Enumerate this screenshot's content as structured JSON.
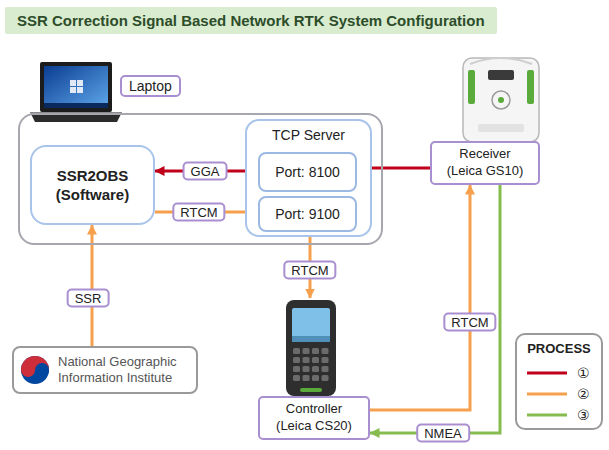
{
  "diagram": {
    "title": "SSR Correction Signal Based Network RTK System Configuration",
    "nodes": [
      {
        "text": [
          "Laptop"
        ]
      },
      {
        "text": [
          "SSR2OBS (Software)"
        ],
        "in": 0
      },
      {
        "text": [
          "TCP Server"
        ],
        "in": 0
      },
      {
        "text": [
          "Port: 8100"
        ],
        "in": 2
      },
      {
        "text": [
          "Port: 9100"
        ],
        "in": 2
      },
      {
        "text": [
          "Receiver (Leica GS10)"
        ]
      },
      {
        "text": [
          "National Geographic Information Institute"
        ]
      },
      {
        "text": [
          "Controller (Leica CS20)"
        ]
      }
    ],
    "edges": [
      {
        "from": 5,
        "to": 3,
        "arrow": "to"
      },
      {
        "from": 3,
        "to": 1,
        "label": "GGA",
        "arrow": "to"
      },
      {
        "from": 6,
        "to": 1,
        "label": "SSR",
        "arrow": "to"
      },
      {
        "from": 1,
        "to": 4,
        "label": "RTCM",
        "arrow": "to"
      },
      {
        "from": 2,
        "to": 7,
        "label": "RTCM",
        "arrow": "to"
      },
      {
        "from": 7,
        "to": 5,
        "label": "RTCM",
        "arrow": "to"
      },
      {
        "from": 5,
        "to": 7,
        "label": "NMEA",
        "arrow": "to"
      }
    ],
    "labels": [
      "PROCESS"
    ],
    "legend": [
      {
        "text": "①"
      },
      {
        "text": "②"
      },
      {
        "text": "③"
      }
    ]
  }
}
